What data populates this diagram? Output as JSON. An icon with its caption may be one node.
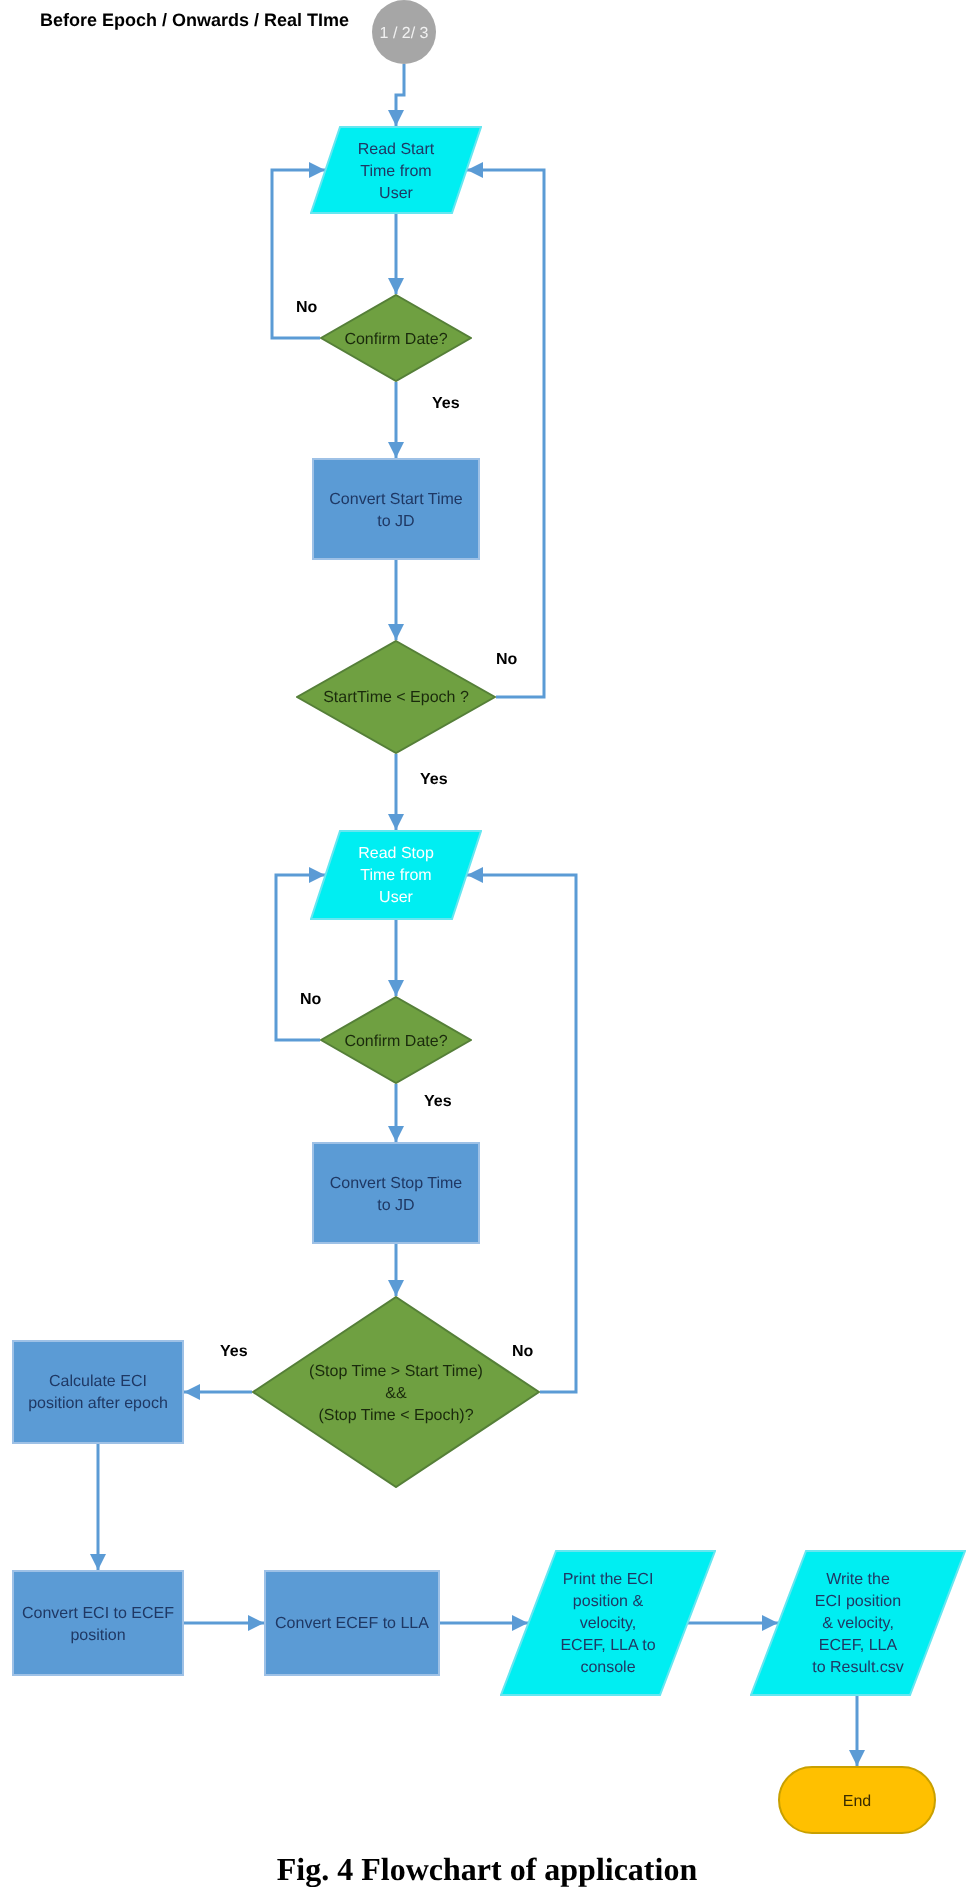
{
  "diagram": {
    "caption": "Fig. 4 Flowchart of application",
    "nodes": [
      {
        "text": [
          "1 / 2/ 3"
        ],
        "beside": [
          "Before Epoch / Onwards / Real TIme"
        ]
      },
      {
        "text": [
          "Read Start Time from User"
        ]
      },
      {
        "text": [
          "Confirm Date?"
        ]
      },
      {
        "text": [
          "Convert Start Time to JD"
        ]
      },
      {
        "text": [
          "StartTime < Epoch ?"
        ]
      },
      {
        "text": [
          "Read Stop Time from User"
        ]
      },
      {
        "text": [
          "Confirm Date?"
        ]
      },
      {
        "text": [
          "Convert Stop Time to JD"
        ]
      },
      {
        "text": [
          "(Stop Time > Start Time)",
          "&&",
          "(Stop Time < Epoch)?"
        ]
      },
      {
        "text": [
          "Calculate ECI position after epoch"
        ]
      },
      {
        "text": [
          "Convert ECI to ECEF position"
        ]
      },
      {
        "text": [
          "Convert ECEF to LLA"
        ]
      },
      {
        "text": [
          "Print the ECI position & velocity, ECEF, LLA to console"
        ]
      },
      {
        "text": [
          "Write the ECI position & velocity, ECEF, LLA to Result.csv"
        ]
      },
      {
        "text": [
          "End"
        ]
      }
    ],
    "edges": [
      {
        "from": 0,
        "to": 1,
        "arrow": "to"
      },
      {
        "from": 1,
        "to": 2,
        "arrow": "to"
      },
      {
        "from": 2,
        "to": 1,
        "arrow": "to",
        "label": "No"
      },
      {
        "from": 2,
        "to": 3,
        "arrow": "to",
        "label": "Yes"
      },
      {
        "from": 3,
        "to": 4,
        "arrow": "to"
      },
      {
        "from": 4,
        "to": 1,
        "arrow": "to",
        "label": "No"
      },
      {
        "from": 4,
        "to": 5,
        "arrow": "to",
        "label": "Yes"
      },
      {
        "from": 5,
        "to": 6,
        "arrow": "to"
      },
      {
        "from": 6,
        "to": 5,
        "arrow": "to",
        "label": "No"
      },
      {
        "from": 6,
        "to": 7,
        "arrow": "to",
        "label": "Yes"
      },
      {
        "from": 7,
        "to": 8,
        "arrow": "to"
      },
      {
        "from": 8,
        "to": 5,
        "arrow": "to",
        "label": "No"
      },
      {
        "from": 8,
        "to": 9,
        "arrow": "to",
        "label": "Yes"
      },
      {
        "from": 9,
        "to": 10,
        "arrow": "to"
      },
      {
        "from": 10,
        "to": 11,
        "arrow": "to"
      },
      {
        "from": 11,
        "to": 12,
        "arrow": "to"
      },
      {
        "from": 12,
        "to": 13,
        "arrow": "to"
      },
      {
        "from": 13,
        "to": 14,
        "arrow": "to"
      }
    ]
  }
}
